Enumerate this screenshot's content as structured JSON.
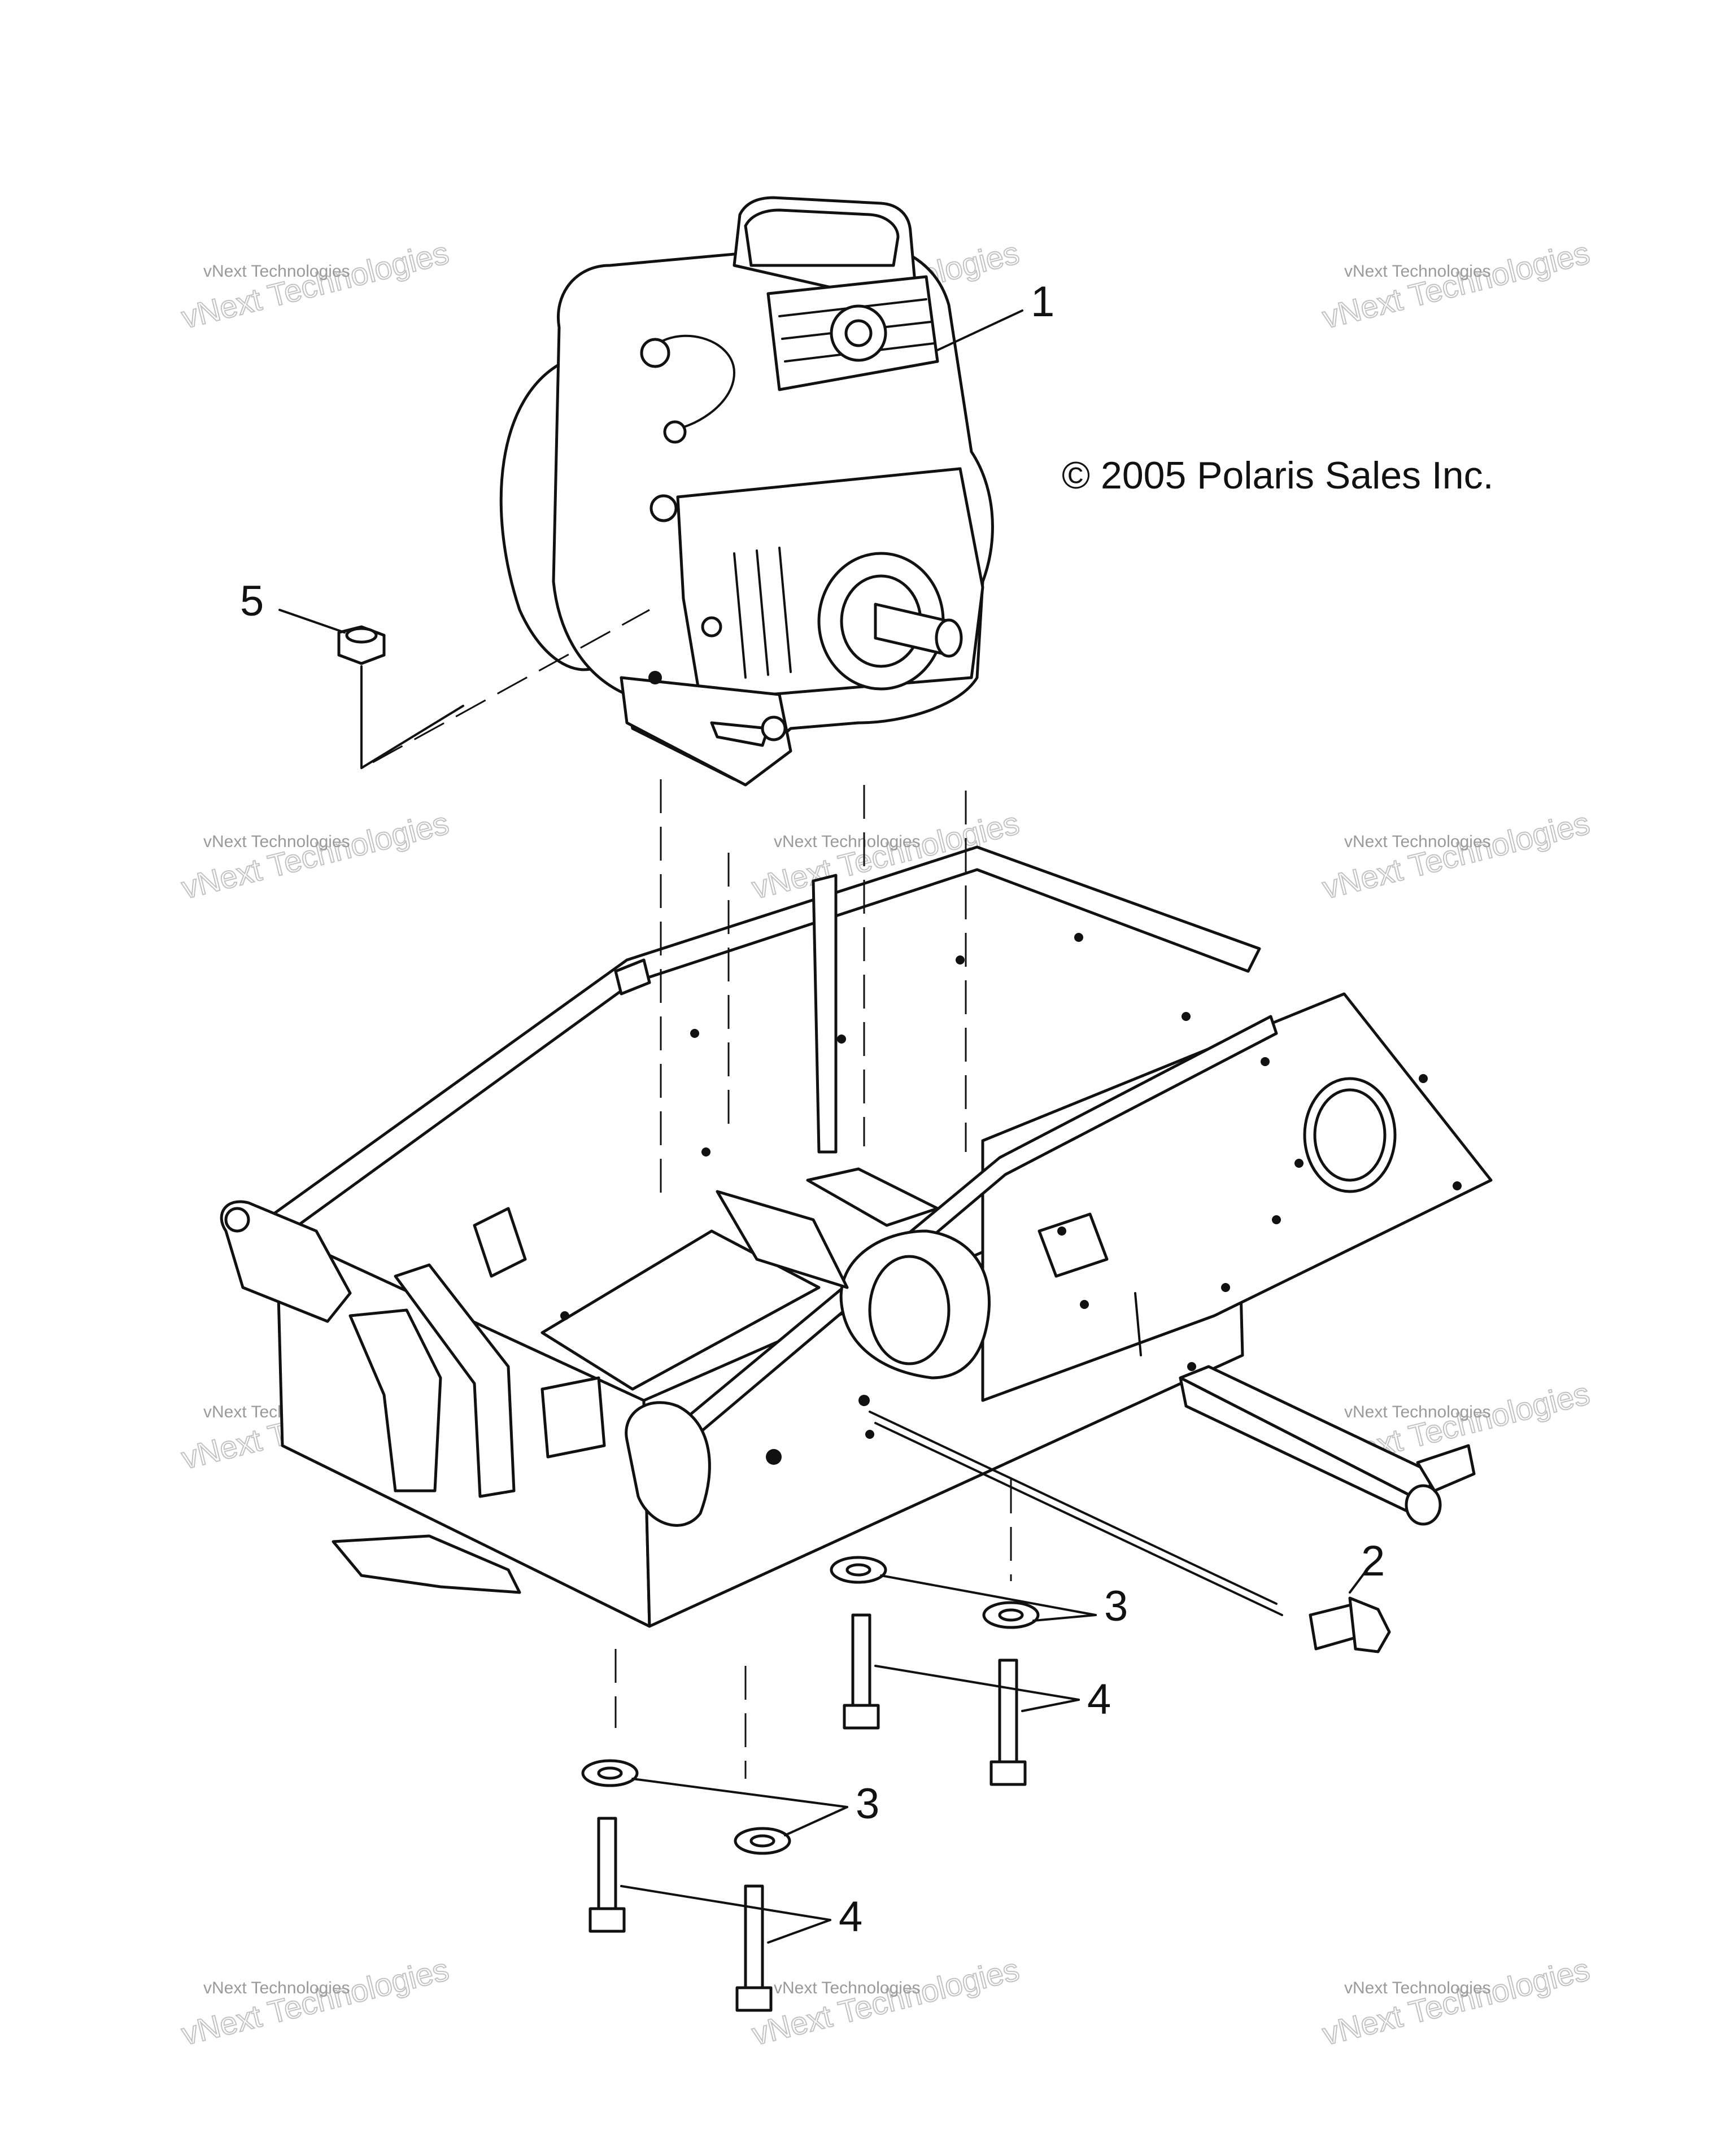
{
  "copyright": "© 2005 Polaris Sales Inc.",
  "callouts": [
    {
      "id": "1",
      "label": "1"
    },
    {
      "id": "2",
      "label": "2"
    },
    {
      "id": "3a",
      "label": "3"
    },
    {
      "id": "3b",
      "label": "3"
    },
    {
      "id": "4a",
      "label": "4"
    },
    {
      "id": "4b",
      "label": "4"
    },
    {
      "id": "5",
      "label": "5"
    }
  ],
  "watermark": {
    "small_text": "vNext Technologies",
    "large_text": "vNext Technologies"
  }
}
